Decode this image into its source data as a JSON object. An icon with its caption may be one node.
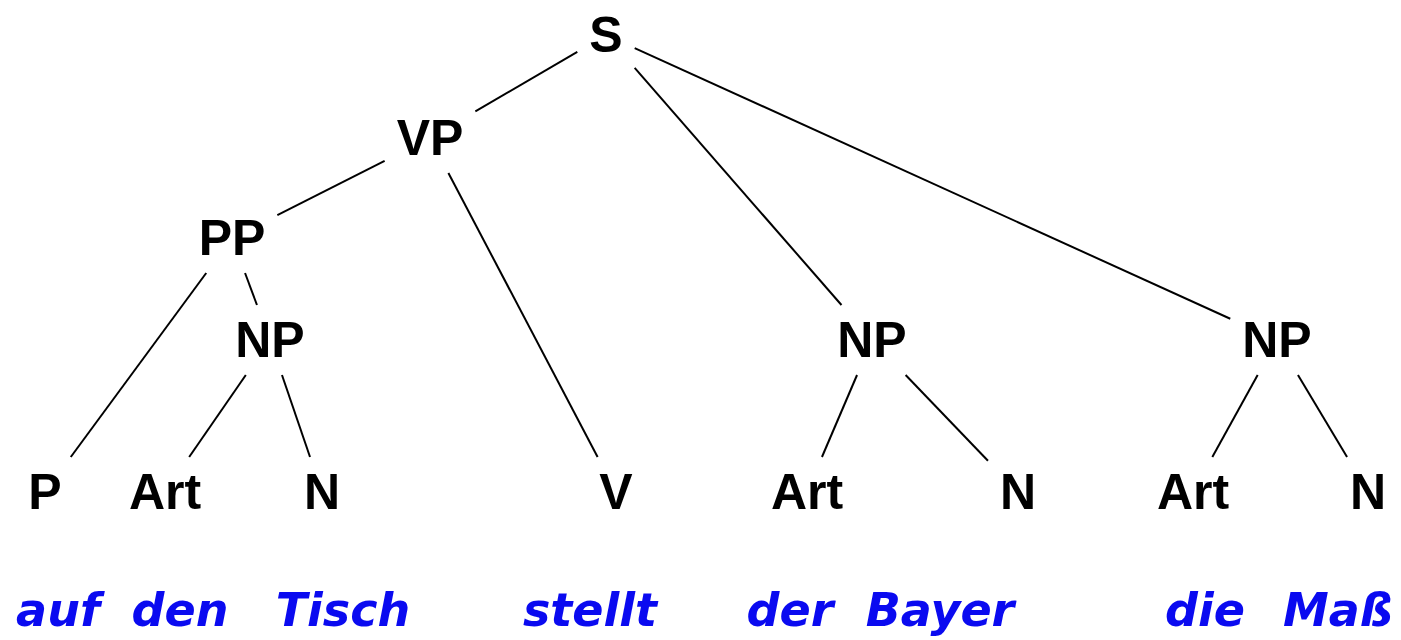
{
  "diagram": {
    "nodes": [
      {
        "text": [
          "S"
        ]
      },
      {
        "text": [
          "VP"
        ]
      },
      {
        "text": [
          "PP"
        ]
      },
      {
        "text": [
          "NP"
        ]
      },
      {
        "text": [
          "NP"
        ]
      },
      {
        "text": [
          "NP"
        ]
      },
      {
        "text": [
          "P"
        ]
      },
      {
        "text": [
          "Art"
        ]
      },
      {
        "text": [
          "N"
        ]
      },
      {
        "text": [
          "V"
        ]
      },
      {
        "text": [
          "Art"
        ]
      },
      {
        "text": [
          "N"
        ]
      },
      {
        "text": [
          "Art"
        ]
      },
      {
        "text": [
          "N"
        ]
      }
    ],
    "edges": [
      {
        "from": 0,
        "to": 1,
        "arrow": "none"
      },
      {
        "from": 0,
        "to": 4,
        "arrow": "none"
      },
      {
        "from": 0,
        "to": 5,
        "arrow": "none"
      },
      {
        "from": 1,
        "to": 2,
        "arrow": "none"
      },
      {
        "from": 1,
        "to": 9,
        "arrow": "none"
      },
      {
        "from": 2,
        "to": 6,
        "arrow": "none"
      },
      {
        "from": 2,
        "to": 3,
        "arrow": "none"
      },
      {
        "from": 3,
        "to": 7,
        "arrow": "none"
      },
      {
        "from": 3,
        "to": 8,
        "arrow": "none"
      },
      {
        "from": 4,
        "to": 10,
        "arrow": "none"
      },
      {
        "from": 4,
        "to": 11,
        "arrow": "none"
      },
      {
        "from": 5,
        "to": 12,
        "arrow": "none"
      },
      {
        "from": 5,
        "to": 13,
        "arrow": "none"
      }
    ],
    "labels": [
      "auf",
      "den",
      "Tisch",
      "stellt",
      "der",
      "Bayer",
      "die",
      "Maß"
    ]
  }
}
